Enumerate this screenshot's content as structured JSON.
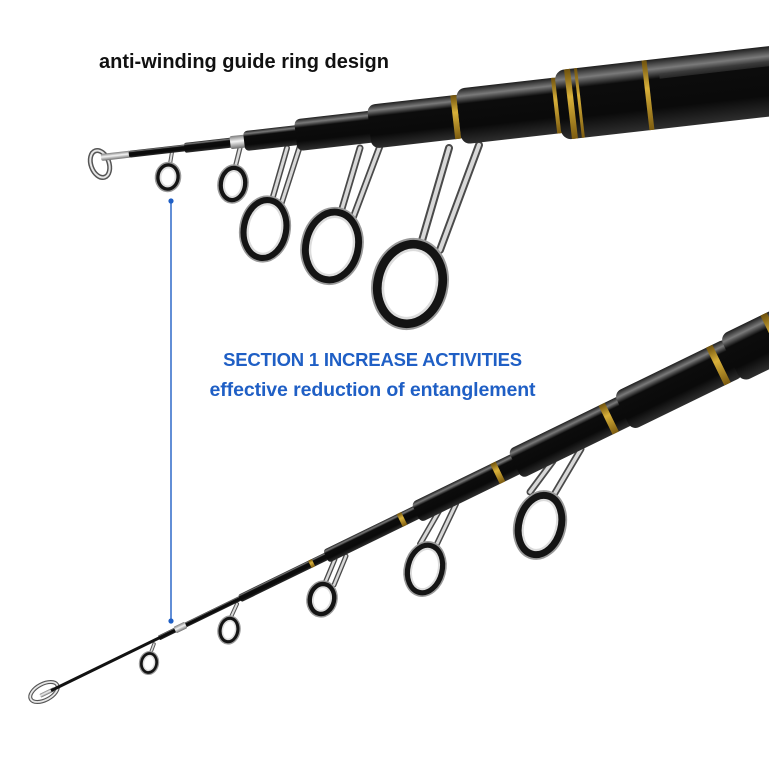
{
  "labels": {
    "ring_design": "anti-winding guide ring design",
    "section_title": "SECTION 1 INCREASE ACTIVITIES",
    "section_subtitle": "effective reduction of entanglement"
  },
  "colors": {
    "accent_blue": "#1f5fc5",
    "rod_black": "#0a0a0a",
    "gold_band": "#d9b13a",
    "guide_silver": "#d6d6d6"
  }
}
